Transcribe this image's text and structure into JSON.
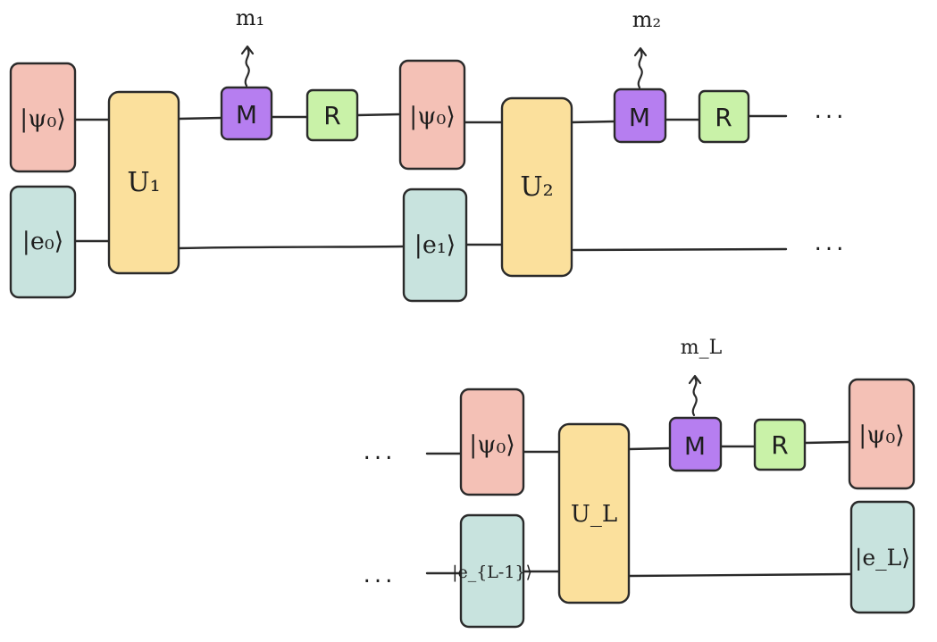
{
  "colors": {
    "psi_state": "#f4c1b6",
    "env_state": "#c8e3de",
    "unitary": "#fbe09c",
    "measure": "#b67ef0",
    "reset": "#c9f2a8",
    "wire": "#2a2a2a"
  },
  "ellipsis": "...",
  "row1": {
    "psi_1": "|ψ₀⟩",
    "env_1": "|e₀⟩",
    "u_1": "U₁",
    "measure_1": "M",
    "outcome_1": "m₁",
    "reset_1": "R",
    "psi_2": "|ψ₀⟩",
    "env_2": "|e₁⟩",
    "u_2": "U₂",
    "measure_2": "M",
    "outcome_2": "m₂",
    "reset_2": "R"
  },
  "row2": {
    "psi_L": "|ψ₀⟩",
    "env_L": "|e_{L-1}⟩",
    "u_L": "U_L",
    "measure_L": "M",
    "outcome_L": "m_L",
    "reset_L": "R",
    "psi_out": "|ψ₀⟩",
    "env_out": "|e_L⟩"
  }
}
